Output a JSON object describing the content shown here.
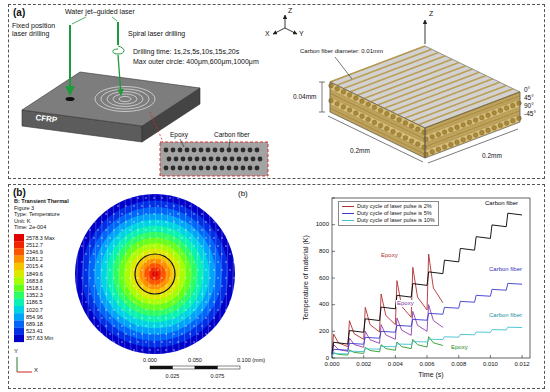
{
  "diagram": {
    "nodes": [
      {
        "text": [
          "(a)"
        ]
      },
      {
        "text": [
          "(b)"
        ]
      }
    ],
    "labels": [
      "Water jet–guided laser",
      "Fixed position laser drilling",
      "Spiral laser drilling",
      "Drilling time: 1s,2s,5s,10s,15s,20s",
      "Max outer circle: 400μm,600μm,1000μm",
      "X",
      "Y",
      "Z",
      "CFRP",
      "Epoxy",
      "Carbon fiber",
      "Carbon fiber diameter: 0.01mm",
      "Z",
      "0.04mm",
      "0.2mm",
      "0.2mm",
      "0°",
      "45°",
      "90°",
      "-45°",
      "B: Transient Thermal",
      "Figure 3",
      "Type: Temperature",
      "Unit: K",
      "Time: 2e-004",
      "2578.3 Max",
      "2512.7",
      "2346.9",
      "2181.2",
      "2015.4",
      "1849.6",
      "1683.8",
      "1518.1",
      "1352.3",
      "1186.5",
      "1020.7",
      "854.96",
      "689.18",
      "523.41",
      "357.63 Min",
      "(b)",
      "0.000",
      "0.050",
      "0.100 (mm)",
      "0.025",
      "0.075",
      "Y",
      "X",
      "Temperature of material (K)",
      "0",
      "200",
      "400",
      "600",
      "800",
      "1000",
      "0.000",
      "0.002",
      "0.004",
      "0.006",
      "0.008",
      "0.010",
      "0.012",
      "Time (s)",
      "Epoxy",
      "Carbon fiber",
      "Epoxy",
      "Carbon fiber",
      "Epoxy",
      "Carbon fiber"
    ],
    "legend": [
      {
        "text": "Duty cycle of laser pulse is 2%"
      },
      {
        "text": "Duty cycle of laser pulse is 5%"
      },
      {
        "text": "Duty cycle of laser pulse is 10%"
      }
    ]
  }
}
